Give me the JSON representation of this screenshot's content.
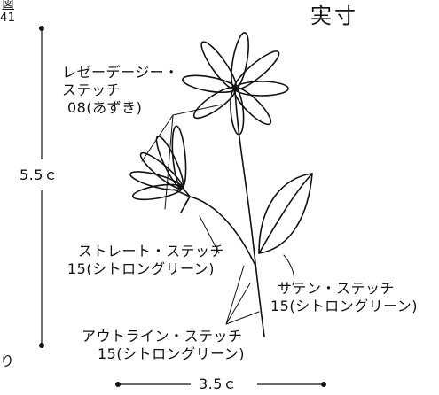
{
  "corner": {
    "line1": "図",
    "line2": "41"
  },
  "title": "実寸",
  "labels": {
    "lazy_daisy": [
      "レゼーデージー・",
      "ステッチ",
      "08(あずき)"
    ],
    "straight": [
      "ストレート・ステッチ",
      "15(シトロングリーン)"
    ],
    "satin": [
      "サテン・ステッチ",
      "15(シトロングリーン)"
    ],
    "outline": [
      "アウトライン・ステッチ",
      "15(シトロングリーン)"
    ]
  },
  "dimensions": {
    "height": "5.5ｃ",
    "width": "3.5ｃ"
  },
  "edge_char": "り",
  "colors": {
    "line": "#111111",
    "background": "#ffffff"
  }
}
